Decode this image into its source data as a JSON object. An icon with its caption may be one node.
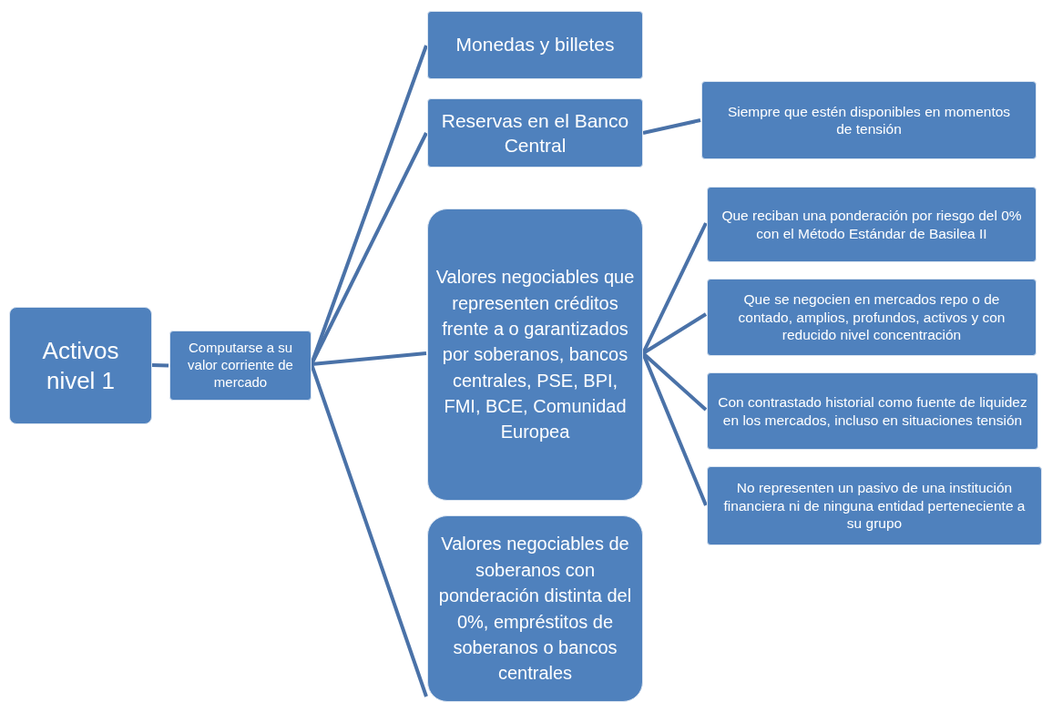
{
  "diagram": {
    "nodes": [
      {
        "text": [
          "Activos nivel 1"
        ]
      },
      {
        "text": [
          "Computarse a su valor corriente de mercado"
        ]
      },
      {
        "text": [
          "Monedas y billetes"
        ]
      },
      {
        "text": [
          "Reservas en el Banco Central"
        ]
      },
      {
        "text": [
          "Siempre que estén disponibles en momentos de tensión"
        ]
      },
      {
        "text": [
          "Valores negociables que representen créditos frente a o garantizados por soberanos, bancos centrales, PSE, BPI, FMI, BCE, Comunidad Europea"
        ]
      },
      {
        "text": [
          "Que reciban una ponderación por riesgo del 0% con el Método Estándar de Basilea II"
        ]
      },
      {
        "text": [
          "Que se negocien en mercados repo o de contado, amplios, profundos, activos y con reducido nivel concentración"
        ]
      },
      {
        "text": [
          "Con contrastado historial como fuente de liquidez en los mercados, incluso en situaciones tensión"
        ]
      },
      {
        "text": [
          "No representen un pasivo de una institución financiera ni de ninguna entidad perteneciente a su grupo"
        ]
      },
      {
        "text": [
          "Valores negociables de soberanos con ponderación distinta del 0%, empréstitos de soberanos o bancos centrales"
        ]
      }
    ],
    "edges": [
      {
        "from": 0,
        "to": 1,
        "arrow": "none"
      },
      {
        "from": 1,
        "to": 2,
        "arrow": "none"
      },
      {
        "from": 1,
        "to": 3,
        "arrow": "none"
      },
      {
        "from": 1,
        "to": 5,
        "arrow": "none"
      },
      {
        "from": 1,
        "to": 10,
        "arrow": "none"
      },
      {
        "from": 3,
        "to": 4,
        "arrow": "none"
      },
      {
        "from": 5,
        "to": 6,
        "arrow": "none"
      },
      {
        "from": 5,
        "to": 7,
        "arrow": "none"
      },
      {
        "from": 5,
        "to": 8,
        "arrow": "none"
      },
      {
        "from": 5,
        "to": 9,
        "arrow": "none"
      }
    ]
  }
}
